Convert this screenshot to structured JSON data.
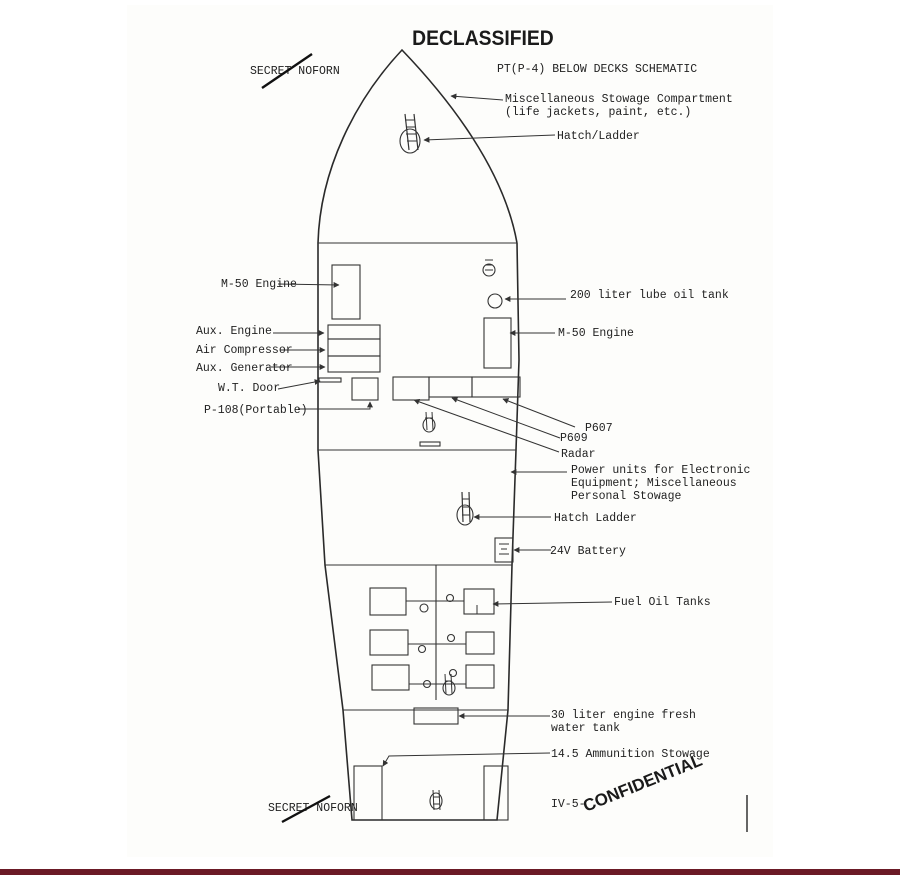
{
  "document": {
    "title": "PT(P-4) BELOW DECKS SCHEMATIC",
    "stamp_top": "DECLASSIFIED",
    "classification_top": "SECRET NOFORN",
    "classification_bottom": "SECRET NOFORN",
    "stamp_bottom": "CONFIDENTIAL",
    "page_ref": "IV-5-",
    "colors": {
      "ink": "#222222",
      "paper": "#fdfdfb",
      "rule": "#6b1a26"
    }
  },
  "labels": {
    "misc_stowage_line1": "Miscellaneous Stowage Compartment",
    "misc_stowage_line2": "(life jackets, paint, etc.)",
    "hatch_ladder_fwd": "Hatch/Ladder",
    "m50_engine_port": "M-50 Engine",
    "lube_oil_tank": "200 liter lube oil tank",
    "m50_engine_stbd": "M-50 Engine",
    "aux_engine": "Aux. Engine",
    "air_compressor": "Air Compressor",
    "aux_generator": "Aux. Generator",
    "wt_door": "W.T. Door",
    "p108": "P-108(Portable)",
    "p607": "P607",
    "p609": "P609",
    "radar": "Radar",
    "power_units_line1": "Power units for Electronic",
    "power_units_line2": "Equipment; Miscellaneous",
    "power_units_line3": "Personal Stowage",
    "hatch_ladder_mid": "Hatch Ladder",
    "battery": "24V Battery",
    "fuel_oil_tanks": "Fuel Oil Tanks",
    "fresh_water_line1": "30 liter engine fresh",
    "fresh_water_line2": "water tank",
    "ammo_stowage": "14.5 Ammunition Stowage"
  }
}
